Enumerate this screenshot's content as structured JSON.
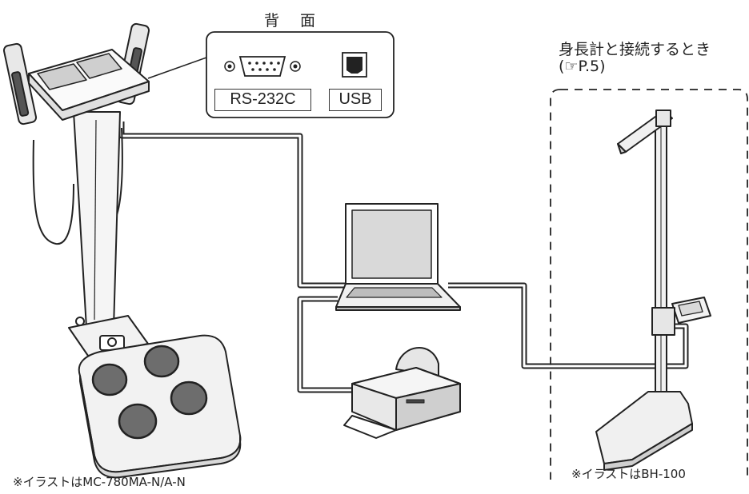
{
  "back_panel": {
    "title": "背 面",
    "rs232c_label": "RS-232C",
    "usb_label": "USB"
  },
  "height_meter_callout": {
    "title_line1": "身長計と接続するとき",
    "title_line2": "(☞P.5)"
  },
  "notes": {
    "left": "※イラストはMC-780MA-N/A-N",
    "right": "※イラストはBH-100"
  },
  "colors": {
    "line": "#222222",
    "electrode_pad": "#6d6d6d",
    "screen": "#d9d9d9",
    "body_fill": "#f2f2f2"
  }
}
